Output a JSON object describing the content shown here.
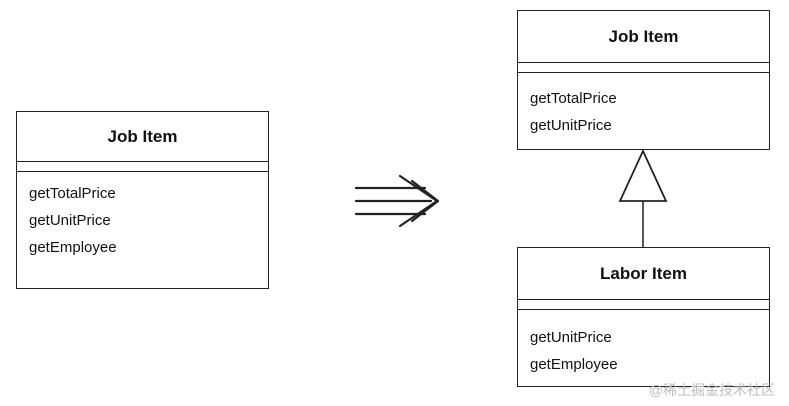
{
  "diagram": {
    "left_class": {
      "name": "Job Item",
      "methods": [
        "getTotalPrice",
        "getUnitPrice",
        "getEmployee"
      ]
    },
    "right_superclass": {
      "name": "Job Item",
      "methods": [
        "getTotalPrice",
        "getUnitPrice"
      ]
    },
    "right_subclass": {
      "name": "Labor Item",
      "methods": [
        "getUnitPrice",
        "getEmployee"
      ]
    },
    "relationship": "generalization",
    "transform_arrow": "⇛"
  },
  "watermark": "@稀土掘金技术社区",
  "colors": {
    "line": "#222222",
    "watermark": "#bdbdbd"
  }
}
